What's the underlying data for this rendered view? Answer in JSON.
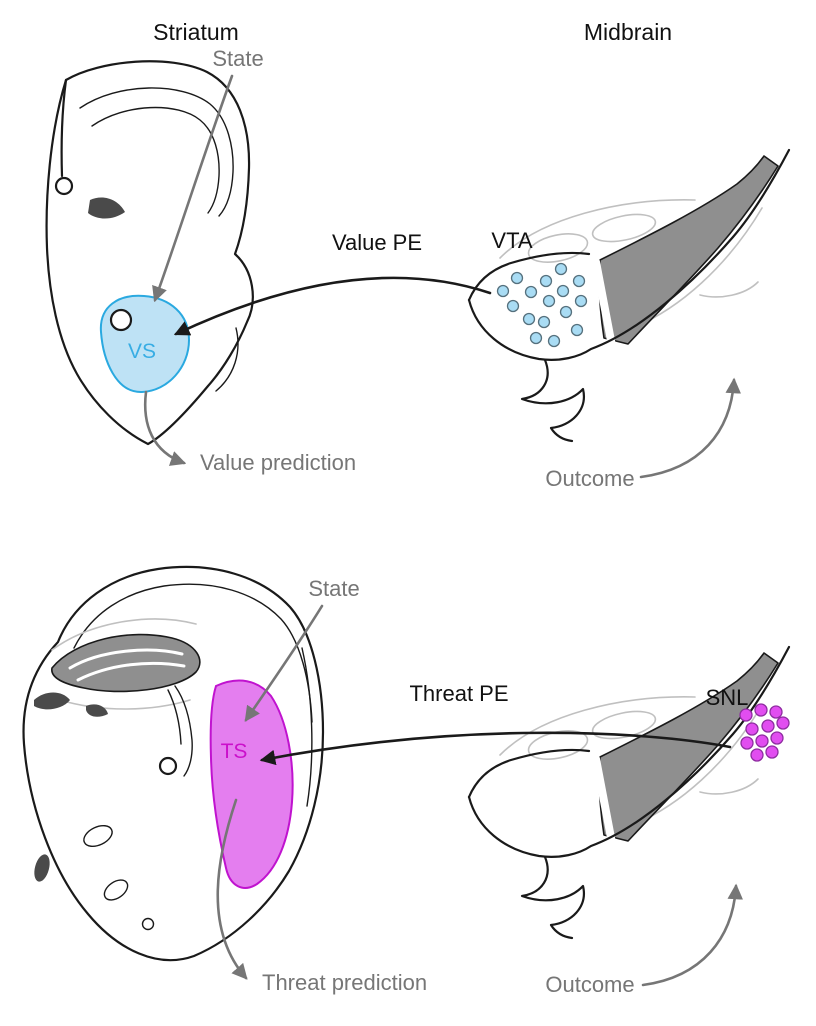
{
  "figure": {
    "left_column_title": "Striatum",
    "right_column_title": "Midbrain",
    "value_circuit": {
      "state_label": "State",
      "striatum_region_label": "VS",
      "pe_label": "Value PE",
      "midbrain_region_label": "VTA",
      "prediction_label": "Value prediction",
      "outcome_label": "Outcome"
    },
    "threat_circuit": {
      "state_label": "State",
      "striatum_region_label": "TS",
      "pe_label": "Threat PE",
      "midbrain_region_label": "SNL",
      "prediction_label": "Threat prediction",
      "outcome_label": "Outcome"
    }
  },
  "colors": {
    "ink": "#1a1a1a",
    "arrow_gray": "#767676",
    "faint_gray": "#c0c0c0",
    "mid_gray_fill": "#8f8f8f",
    "vs_fill": "#b9e0f4",
    "vs_stroke": "#2aa9e0",
    "vs_text": "#38ade4",
    "vta_dot_fill": "#a9dcf4",
    "vta_dot_stroke": "#55707d",
    "ts_fill": "#e273ee",
    "ts_stroke": "#c013cf",
    "ts_text": "#cb10cb",
    "snl_dot_fill": "#e14df0",
    "snl_dot_stroke": "#8e2da0"
  }
}
